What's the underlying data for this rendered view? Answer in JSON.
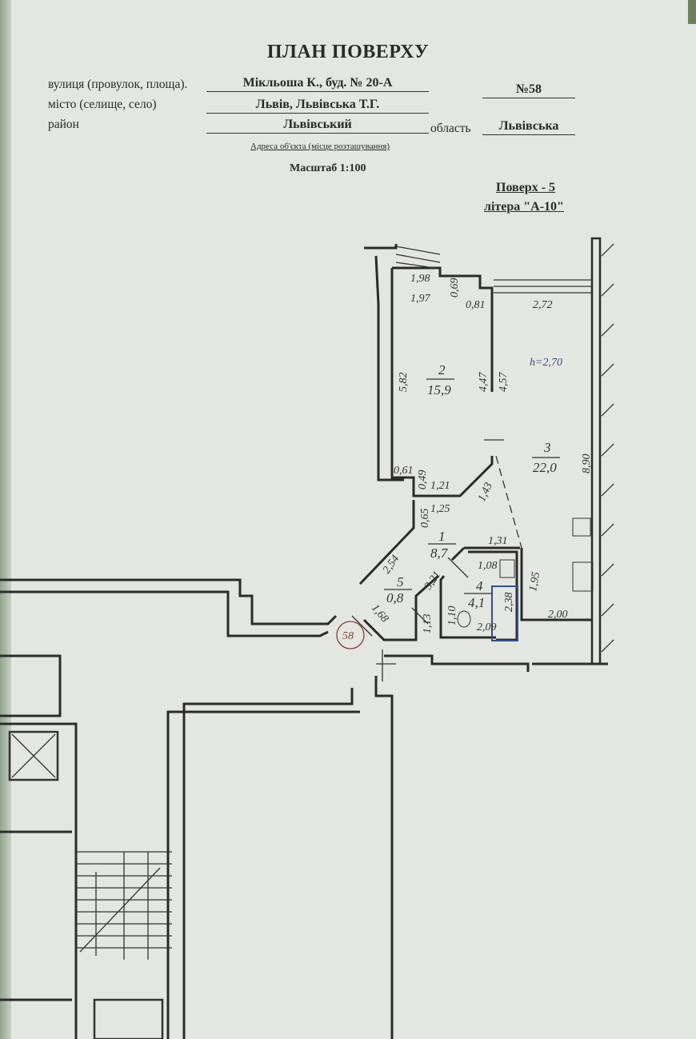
{
  "header": {
    "title": "ПЛАН ПОВЕРХУ",
    "street_label": "вулиця (провулок, площа).",
    "street_value": "Мікльоша К., буд. № 20-А",
    "apartment_no": "№58",
    "city_label": "місто (селище, село)",
    "city_value": "Львів, Львівська Т.Г.",
    "district_label": "район",
    "district_value": "Львівський",
    "region_label": "область",
    "region_value": "Львівська",
    "address_caption": "Адреса об'єкта (місце розташування)",
    "scale": "Масштаб 1:100",
    "floor": "Поверх - 5",
    "letter": "літера \"А-10\""
  },
  "plan": {
    "rooms": [
      {
        "number": "1",
        "area": "8,7"
      },
      {
        "number": "2",
        "area": "15,9"
      },
      {
        "number": "3",
        "area": "22,0"
      },
      {
        "number": "4",
        "area": "4,1"
      },
      {
        "number": "5",
        "area": "0,8"
      }
    ],
    "ceiling_height": "h=2,70",
    "apartment_marker": "58",
    "dimensions": [
      "1,98",
      "1,97",
      "0,69",
      "0,81",
      "2,72",
      "5,82",
      "4,47",
      "4,57",
      "8,90",
      "0,61",
      "0,49",
      "1,21",
      "1,43",
      "0,65",
      "1,25",
      "1,31",
      "2,54",
      "3,21",
      "1,08",
      "1,95",
      "2,38",
      "1,10",
      "2,09",
      "2,00",
      "1,68",
      "1,13"
    ]
  }
}
